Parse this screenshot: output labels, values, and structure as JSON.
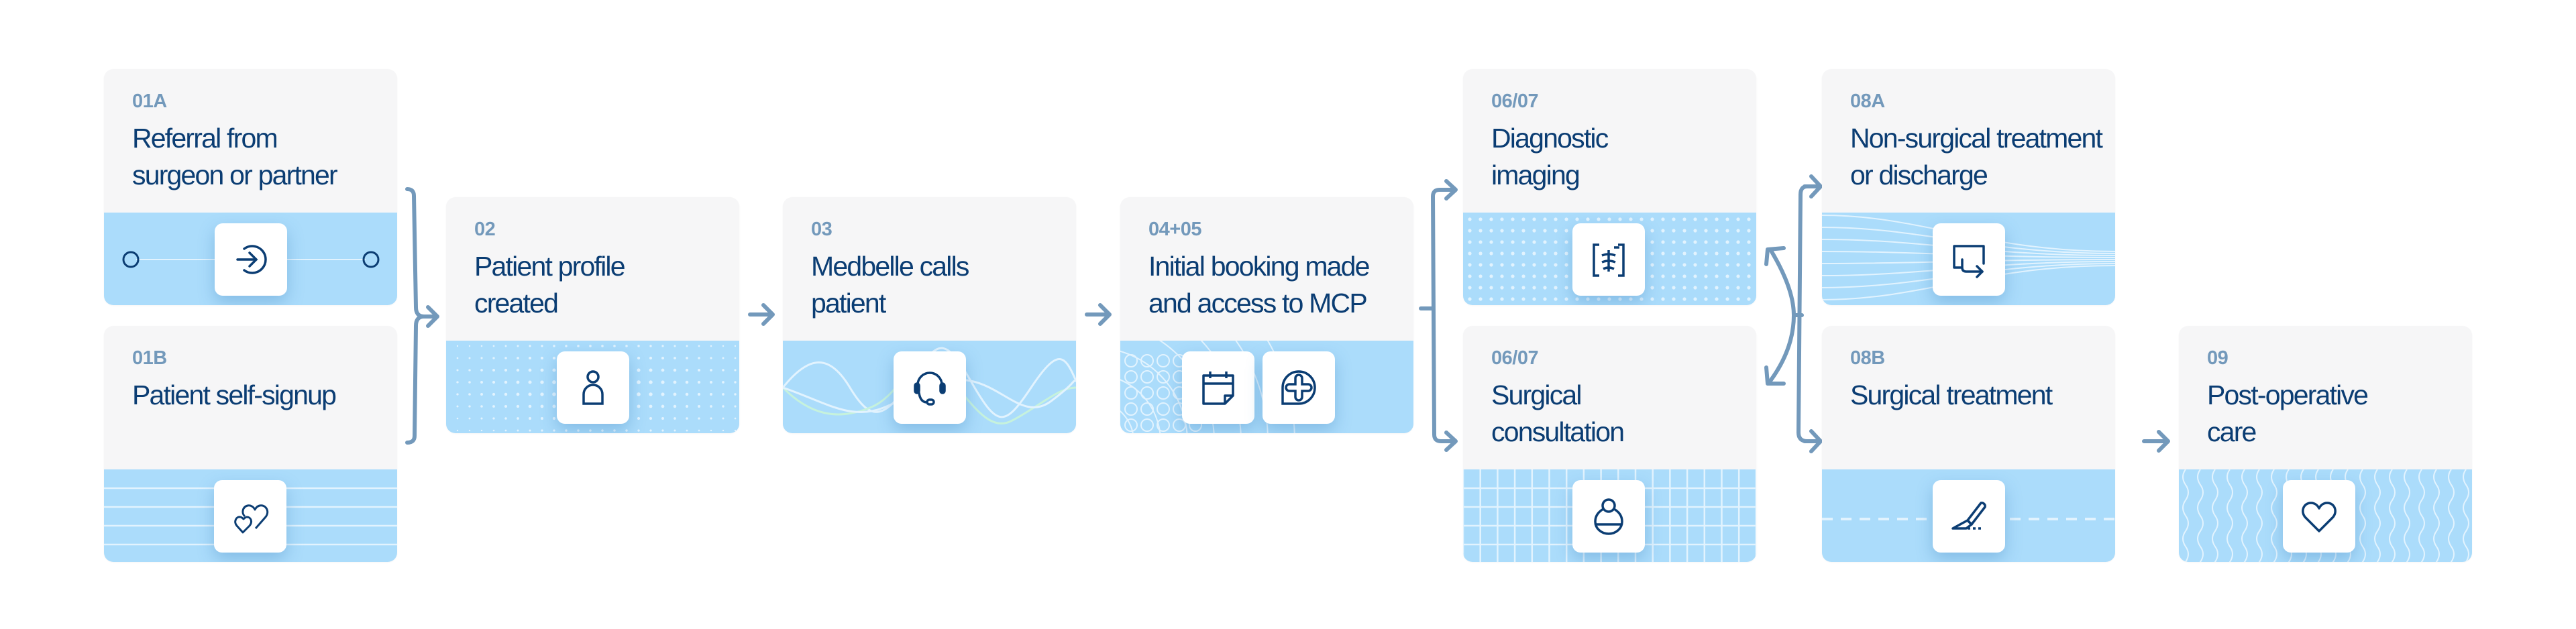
{
  "colors": {
    "card_bg": "#f6f6f7",
    "band_bg": "#abdcfb",
    "code_color": "#7399bb",
    "title_color": "#0b3d73",
    "connector_color": "#7399bb",
    "icon_color": "#0b3d73"
  },
  "steps": [
    {
      "id": "01a",
      "code": "01A",
      "title": "Referral from surgeon or partner",
      "icons": [
        "login-arrow-icon"
      ],
      "pattern": "line-with-nodes"
    },
    {
      "id": "01b",
      "code": "01B",
      "title": "Patient self-signup",
      "icons": [
        "two-hearts-icon"
      ],
      "pattern": "horizontal-lines"
    },
    {
      "id": "02",
      "code": "02",
      "title": "Patient profile created",
      "icons": [
        "person-icon"
      ],
      "pattern": "radial-dots"
    },
    {
      "id": "03",
      "code": "03",
      "title": "Medbelle calls patient",
      "icons": [
        "headset-icon"
      ],
      "pattern": "waves"
    },
    {
      "id": "0405",
      "code": "04+05",
      "title": "Initial booking made and access to MCP",
      "icons": [
        "calendar-icon",
        "medical-cross-chat-icon"
      ],
      "pattern": "concentric-circles"
    },
    {
      "id": "0607a",
      "code": "06/07",
      "title": "Diagnostic imaging",
      "icons": [
        "xray-icon"
      ],
      "pattern": "dot-grid"
    },
    {
      "id": "0607b",
      "code": "06/07",
      "title": "Surgical consultation",
      "icons": [
        "patient-consultation-icon"
      ],
      "pattern": "square-grid"
    },
    {
      "id": "08a",
      "code": "08A",
      "title": "Non-surgical treatment or discharge",
      "icons": [
        "redirect-icon"
      ],
      "pattern": "converging-lines"
    },
    {
      "id": "08b",
      "code": "08B",
      "title": "Surgical treatment",
      "icons": [
        "scalpel-icon"
      ],
      "pattern": "dashed-line"
    },
    {
      "id": "09",
      "code": "09",
      "title": "Post-operative care",
      "icons": [
        "heart-icon"
      ],
      "pattern": "wavy-lines"
    }
  ],
  "flow": [
    {
      "from": [
        "01A",
        "01B"
      ],
      "to": "02",
      "type": "merge"
    },
    {
      "from": "02",
      "to": "03",
      "type": "arrow"
    },
    {
      "from": "03",
      "to": "04+05",
      "type": "arrow"
    },
    {
      "from": "04+05",
      "to": [
        "06/07 Diagnostic imaging",
        "06/07 Surgical consultation"
      ],
      "type": "split"
    },
    {
      "from": "06/07 Diagnostic imaging",
      "to": "06/07 Surgical consultation",
      "type": "bidirectional"
    },
    {
      "from": "06/07",
      "to": [
        "08A",
        "08B"
      ],
      "type": "split"
    },
    {
      "from": "08B",
      "to": "09",
      "type": "arrow"
    }
  ]
}
